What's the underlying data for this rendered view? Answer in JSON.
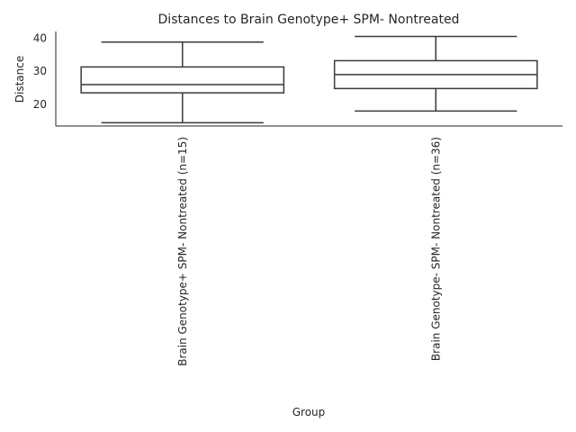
{
  "chart_data": {
    "type": "box",
    "title": "Distances to Brain Genotype+ SPM- Nontreated",
    "xlabel": "Group",
    "ylabel": "Distance",
    "ylim": [
      13.5,
      42
    ],
    "yticks": [
      20,
      30,
      40
    ],
    "grid": false,
    "legend": "none",
    "categories": [
      "Brain Genotype+ SPM- Nontreated (n=15)",
      "Brain Genotype- SPM- Nontreated (n=36)"
    ],
    "boxes": [
      {
        "whisker_low": 14.5,
        "q1": 23.5,
        "median": 26.0,
        "q3": 31.3,
        "whisker_high": 38.8
      },
      {
        "whisker_low": 18.0,
        "q1": 24.8,
        "median": 29.0,
        "q3": 33.2,
        "whisker_high": 40.5
      }
    ],
    "colors": {
      "box_edge": "#3a3a3a",
      "box_fill": "#ffffff",
      "axis": "#262626"
    }
  }
}
